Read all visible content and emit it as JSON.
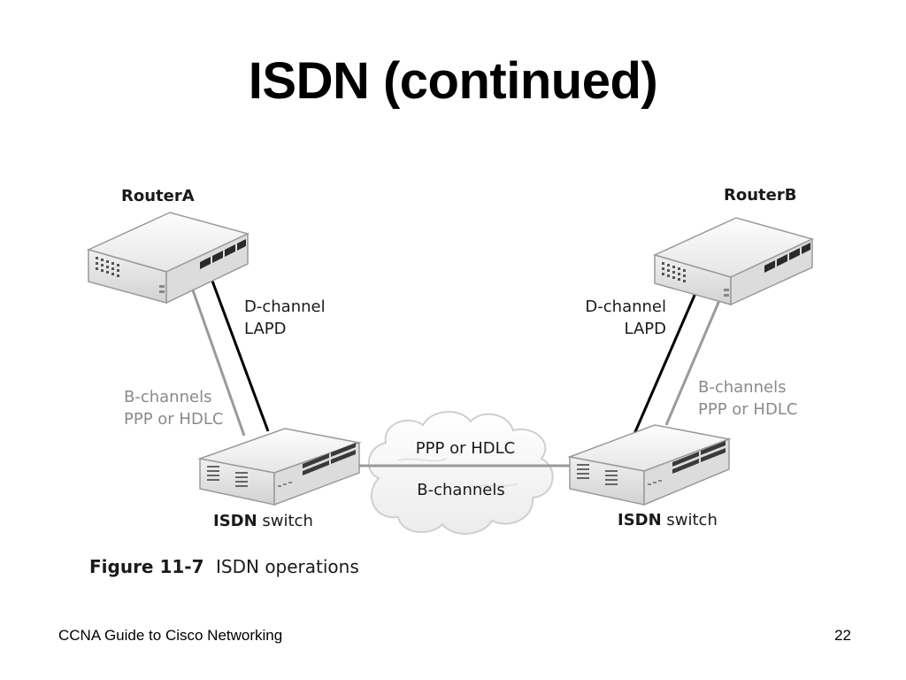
{
  "slide": {
    "title": "ISDN (continued)",
    "footer_left": "CCNA Guide to Cisco Networking",
    "page_number": "22"
  },
  "figure": {
    "router_a": "RouterA",
    "router_b": "RouterB",
    "left_dchannel": [
      "D-channel",
      "LAPD"
    ],
    "left_bchannels": [
      "B-channels",
      "PPP or HDLC"
    ],
    "right_dchannel": [
      "D-channel",
      "LAPD"
    ],
    "right_bchannels": [
      "B-channels",
      "PPP or HDLC"
    ],
    "cloud_top": "PPP or HDLC",
    "cloud_bottom": "B-channels",
    "switch_bold": "ISDN",
    "switch_rest": " switch",
    "caption_number": "Figure 11-7",
    "caption_text": "ISDN operations",
    "colors": {
      "d_channel_line": "#000000",
      "b_channel_line": "#9a9a9a",
      "grey_label": "#8a8a8a"
    }
  }
}
